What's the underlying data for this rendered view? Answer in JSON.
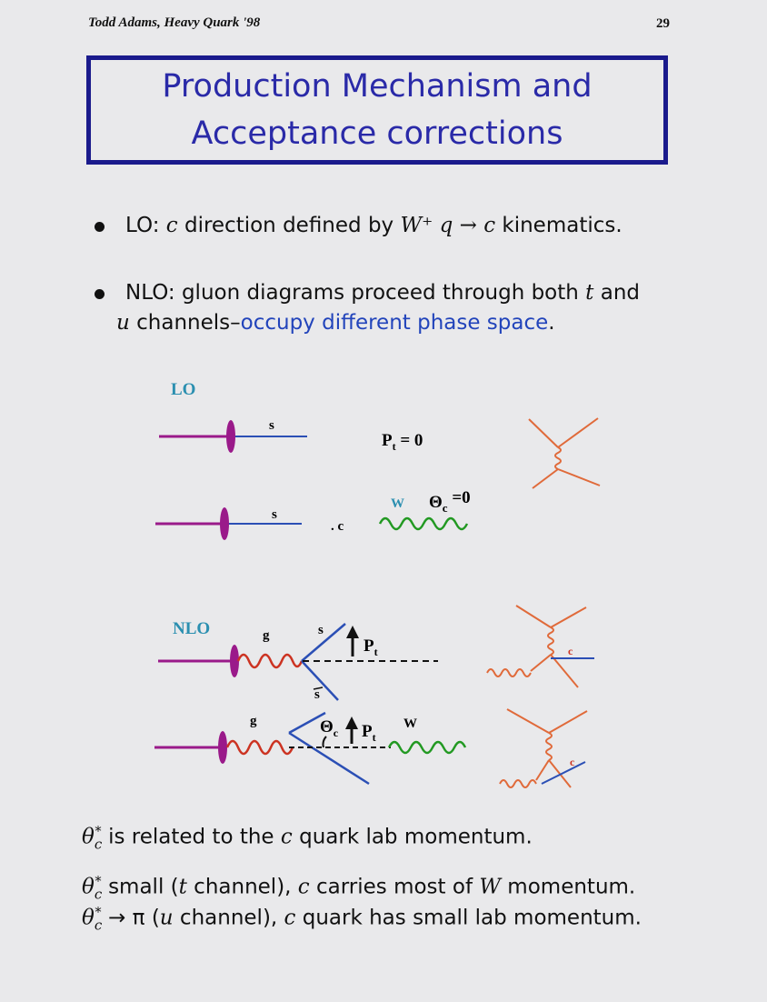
{
  "header": {
    "left": "Todd Adams, Heavy Quark '98",
    "page": "29"
  },
  "title": {
    "line1": "Production Mechanism and",
    "line2": "Acceptance corrections"
  },
  "bullet1": {
    "pre": "LO: ",
    "c1": "c",
    "mid": " direction defined by ",
    "math": "W⁺ q → c",
    "post": " kinematics."
  },
  "bullet2": {
    "pre": "NLO: gluon diagrams proceed through both ",
    "t": "t",
    "and": " and",
    "u": "u",
    "channels": " channels–",
    "highlight": "occupy different phase space",
    "period": "."
  },
  "diagram": {
    "lo_label": "LO",
    "nlo_label": "NLO",
    "s": "s",
    "sbar": "s",
    "c_label": ". c",
    "c": "c",
    "pt_zero": "P",
    "pt_sub": "t",
    "pt_eq": " = 0",
    "w": "W",
    "theta": "Θ",
    "theta_sub": "c",
    "theta_eq": " =0",
    "g": "g",
    "pt": "P",
    "colors": {
      "quark": "#9a1a8a",
      "s_line": "#2b4fb5",
      "gluon": "#cc3322",
      "w": "#229922",
      "feyn": "#e06a3a"
    }
  },
  "bottom": {
    "l1_theta": "θ",
    "l1_sub": "c",
    "l1_star": "*",
    "l1_a": " is related to the ",
    "l1_c": "c",
    "l1_b": " quark lab momentum.",
    "l2_a": " small (",
    "l2_t": "t",
    "l2_b": " channel), ",
    "l2_c": "c",
    "l2_d": " carries most of ",
    "l2_w": "W",
    "l2_e": " momentum.",
    "l3_arrow": " → π (",
    "l3_u": "u",
    "l3_b": " channel), ",
    "l3_c": "c",
    "l3_d": " quark has small lab momentum."
  }
}
